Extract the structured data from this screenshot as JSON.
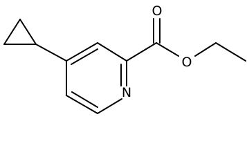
{
  "molecule": {
    "atoms": {
      "nitrogen": "N",
      "ester_carbonyl_oxygen": "O",
      "ester_ether_oxygen": "O"
    }
  }
}
